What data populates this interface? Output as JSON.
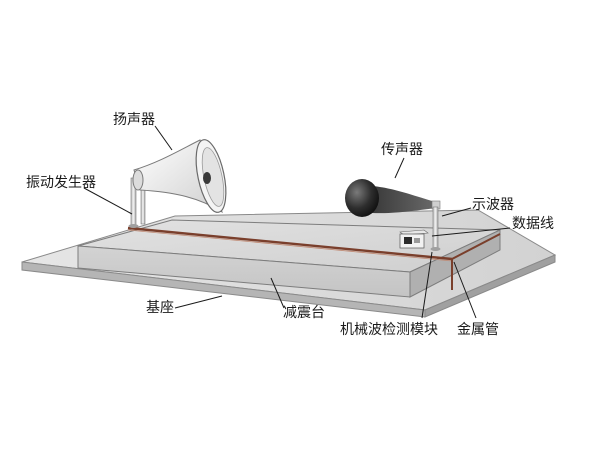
{
  "labels": {
    "speaker": "扬声器",
    "vibration_generator": "振动发生器",
    "sensor": "传声器",
    "oscilloscope": "示波器",
    "data_cable": "数据线",
    "base": "基座",
    "damping_table": "减震台",
    "detection_module": "机械波检测模块",
    "metal_tube": "金属管"
  }
}
